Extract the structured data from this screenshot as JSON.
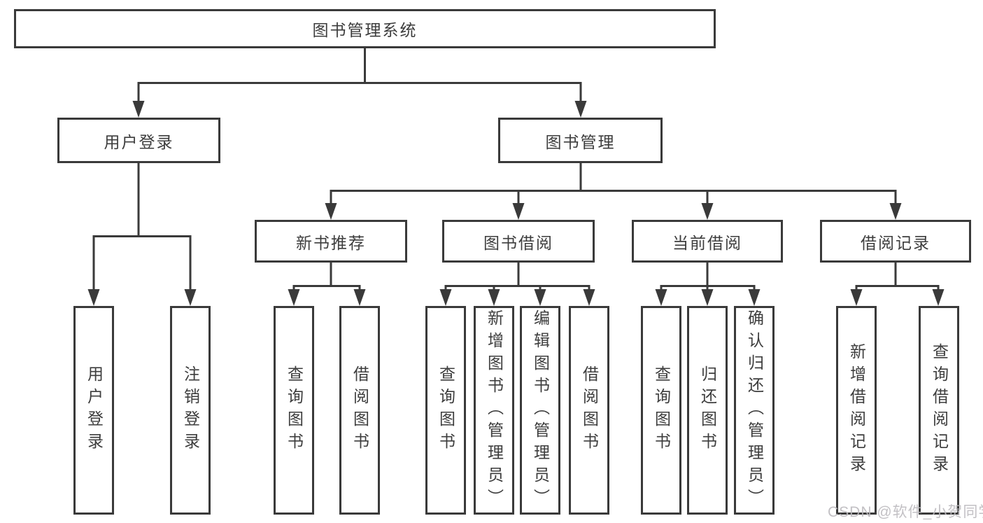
{
  "diagram": {
    "title": "图书管理系统",
    "level2": {
      "user_login": "用户登录",
      "book_management": "图书管理"
    },
    "level3": {
      "new_book_recommend": "新书推荐",
      "book_borrowing": "图书借阅",
      "current_borrowing": "当前借阅",
      "borrowing_records": "借阅记录"
    },
    "leaves": {
      "user_login": [
        "用户登录",
        "注销登录"
      ],
      "new_book_recommend": [
        "查询图书",
        "借阅图书"
      ],
      "book_borrowing": [
        "查询图书",
        "新增图书（管理员）",
        "编辑图书（管理员）",
        "借阅图书"
      ],
      "current_borrowing": [
        "查询图书",
        "归还图书",
        "确认归还（管理员）"
      ],
      "borrowing_records": [
        "新增借阅记录",
        "查询借阅记录"
      ]
    }
  },
  "watermark": "CSDN @软件_小贺同学",
  "colors": {
    "line": "#3a3a3a",
    "text": "#3d3d3d",
    "background": "#ffffff",
    "watermark": "#bcbabe"
  }
}
